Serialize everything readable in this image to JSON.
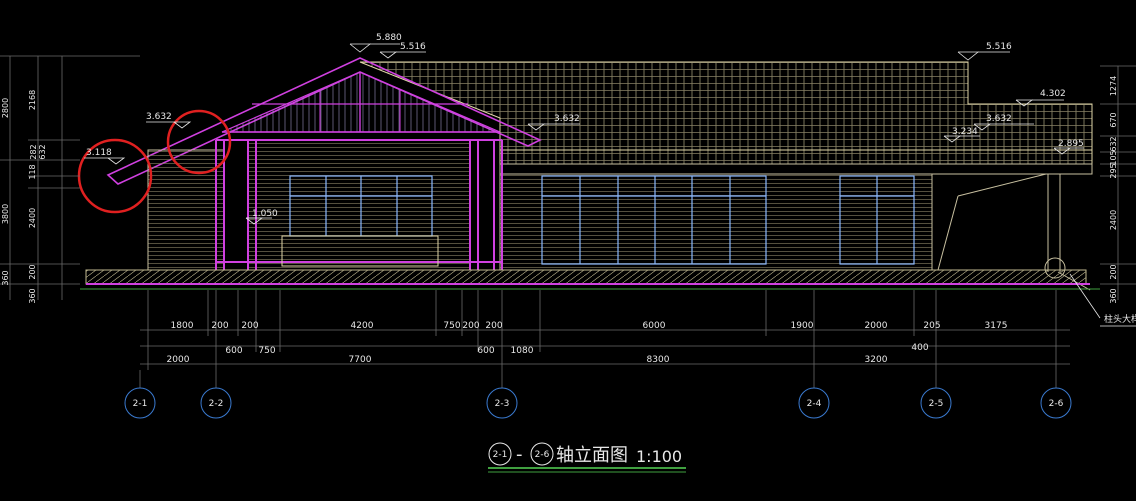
{
  "colors": {
    "background": "#000000",
    "roof": "#e0d6a8",
    "frame": "#d040e0",
    "wall": "#c8c0a0",
    "window": "#8ab8ff",
    "dimension": "#6a6a6a",
    "axis_line": "#3a7ad0",
    "highlight_circle": "#e02020",
    "ground": "#d040e0",
    "text": "#e8e8e8"
  },
  "elevation_marks": {
    "ridge_top": "5.880",
    "ridge": "5.516",
    "right_ridge": "5.516",
    "left_eave_upper": "3.632",
    "left_eave_lower": "3.118",
    "center_eave": "3.632",
    "right_step": "4.302",
    "right_eave": "3.632",
    "right_eave_2": "3.234",
    "right_eave_end": "2.895",
    "window_sill": "1.050"
  },
  "left_dims": {
    "outer": [
      "2800",
      "3800",
      "360"
    ],
    "inner": [
      "2168",
      "632",
      "118",
      "2400",
      "200",
      "360"
    ],
    "extra": "282"
  },
  "right_dims": [
    "1274",
    "670",
    "632",
    "105",
    "295",
    "2400",
    "200",
    "360"
  ],
  "dims_row1": [
    "1800",
    "200",
    "200",
    "4200",
    "750",
    "200",
    "200",
    "6000",
    "1900",
    "2000",
    "205",
    "3175"
  ],
  "dims_row2": [
    "600",
    "750",
    "600",
    "1080",
    "400"
  ],
  "dims_row3": [
    "2000",
    "7700",
    "8300",
    "3200"
  ],
  "axes": [
    "2-1",
    "2-2",
    "2-3",
    "2-4",
    "2-5",
    "2-6"
  ],
  "annotation": "柱头大样",
  "title": {
    "axis_from": "2-1",
    "dash": "-",
    "axis_to": "2-6",
    "text": "轴立面图",
    "scale": "1:100"
  }
}
